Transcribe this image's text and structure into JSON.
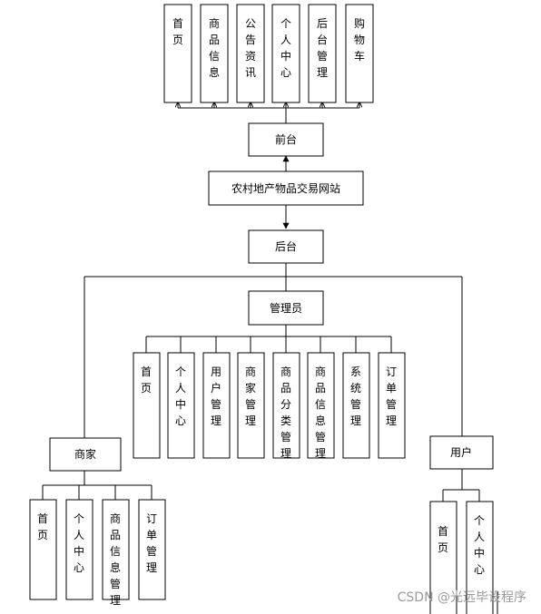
{
  "watermark": "CSDN @光远毕设程序",
  "nodes": {
    "site": {
      "text": "农村地产物品交易网站"
    },
    "frontend": {
      "text": "前台"
    },
    "backend": {
      "text": "后台"
    },
    "admin": {
      "text": "管理员"
    },
    "merchant": {
      "text": "商家"
    },
    "user": {
      "text": "用户"
    },
    "fe_home": {
      "text": "首页"
    },
    "fe_goods": {
      "text": "商品信息"
    },
    "fe_news": {
      "text": "公告资讯"
    },
    "fe_center": {
      "text": "个人中心"
    },
    "fe_admin": {
      "text": "后台管理"
    },
    "fe_cart": {
      "text": "购物车"
    },
    "ad_home": {
      "text": "首页"
    },
    "ad_center": {
      "text": "个人中心"
    },
    "ad_user": {
      "text": "用户管理"
    },
    "ad_merch": {
      "text": "商家管理"
    },
    "ad_cat": {
      "text": "商品分类管理"
    },
    "ad_goods": {
      "text": "商品信息管理"
    },
    "ad_sys": {
      "text": "系统管理"
    },
    "ad_order": {
      "text": "订单管理"
    },
    "me_home": {
      "text": "首页"
    },
    "me_center": {
      "text": "个人中心"
    },
    "me_goods": {
      "text": "商品信息管理"
    },
    "me_order": {
      "text": "订单管理"
    },
    "us_home": {
      "text": "首页"
    },
    "us_center": {
      "text": "个人中心"
    }
  }
}
